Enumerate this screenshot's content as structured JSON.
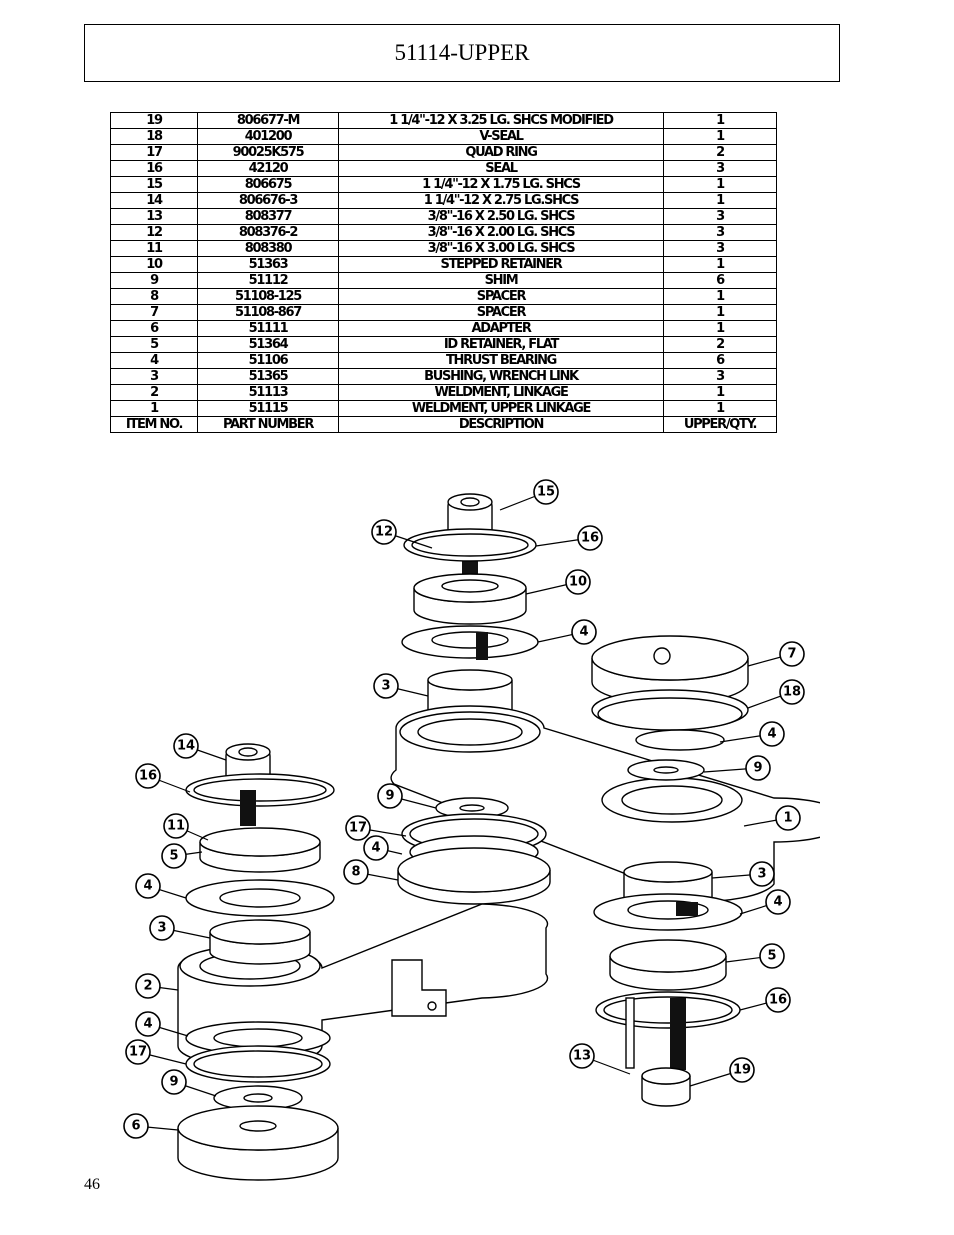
{
  "header": {
    "title": "51114-UPPER"
  },
  "bom": {
    "columns": [
      "ITEM NO.",
      "PART NUMBER",
      "DESCRIPTION",
      "UPPER/QTY."
    ],
    "rows": [
      {
        "item": "19",
        "part": "806677-M",
        "desc": "1 1/4\"-12 X 3.25 LG. SHCS MODIFIED",
        "qty": "1"
      },
      {
        "item": "18",
        "part": "401200",
        "desc": "V-SEAL",
        "qty": "1"
      },
      {
        "item": "17",
        "part": "90025K575",
        "desc": "QUAD RING",
        "qty": "2"
      },
      {
        "item": "16",
        "part": "42120",
        "desc": "SEAL",
        "qty": "3"
      },
      {
        "item": "15",
        "part": "806675",
        "desc": "1 1/4\"-12 X 1.75 LG. SHCS",
        "qty": "1"
      },
      {
        "item": "14",
        "part": "806676-3",
        "desc": "1 1/4\"-12 X 2.75 LG.SHCS",
        "qty": "1"
      },
      {
        "item": "13",
        "part": "808377",
        "desc": "3/8\"-16 X 2.50 LG. SHCS",
        "qty": "3"
      },
      {
        "item": "12",
        "part": "808376-2",
        "desc": "3/8\"-16 X 2.00 LG. SHCS",
        "qty": "3"
      },
      {
        "item": "11",
        "part": "808380",
        "desc": "3/8\"-16 X 3.00 LG. SHCS",
        "qty": "3"
      },
      {
        "item": "10",
        "part": "51363",
        "desc": "STEPPED RETAINER",
        "qty": "1"
      },
      {
        "item": "9",
        "part": "51112",
        "desc": "SHIM",
        "qty": "6"
      },
      {
        "item": "8",
        "part": "51108-125",
        "desc": "SPACER",
        "qty": "1"
      },
      {
        "item": "7",
        "part": "51108-867",
        "desc": "SPACER",
        "qty": "1"
      },
      {
        "item": "6",
        "part": "51111",
        "desc": "ADAPTER",
        "qty": "1"
      },
      {
        "item": "5",
        "part": "51364",
        "desc": "ID RETAINER, FLAT",
        "qty": "2"
      },
      {
        "item": "4",
        "part": "51106",
        "desc": "THRUST BEARING",
        "qty": "6"
      },
      {
        "item": "3",
        "part": "51365",
        "desc": "BUSHING, WRENCH LINK",
        "qty": "3"
      },
      {
        "item": "2",
        "part": "51113",
        "desc": "WELDMENT, LINKAGE",
        "qty": "1"
      },
      {
        "item": "1",
        "part": "51115",
        "desc": "WELDMENT, UPPER LINKAGE",
        "qty": "1"
      }
    ]
  },
  "callouts": {
    "c15": "15",
    "c12": "12",
    "c16a": "16",
    "c10": "10",
    "c4a": "4",
    "c7": "7",
    "c3a": "3",
    "c18": "18",
    "c4b": "4",
    "c14": "14",
    "c16b": "16",
    "c9a": "9",
    "c9b": "9",
    "c1": "1",
    "c11": "11",
    "c17a": "17",
    "c5a": "5",
    "c4c": "4",
    "c8": "8",
    "c4d": "4",
    "c3b": "3",
    "c4e": "4",
    "c3c": "3",
    "c5b": "5",
    "c2": "2",
    "c16c": "16",
    "c4f": "4",
    "c17b": "17",
    "c13": "13",
    "c19": "19",
    "c9c": "9",
    "c6": "6"
  },
  "footer": {
    "page_number": "46"
  }
}
